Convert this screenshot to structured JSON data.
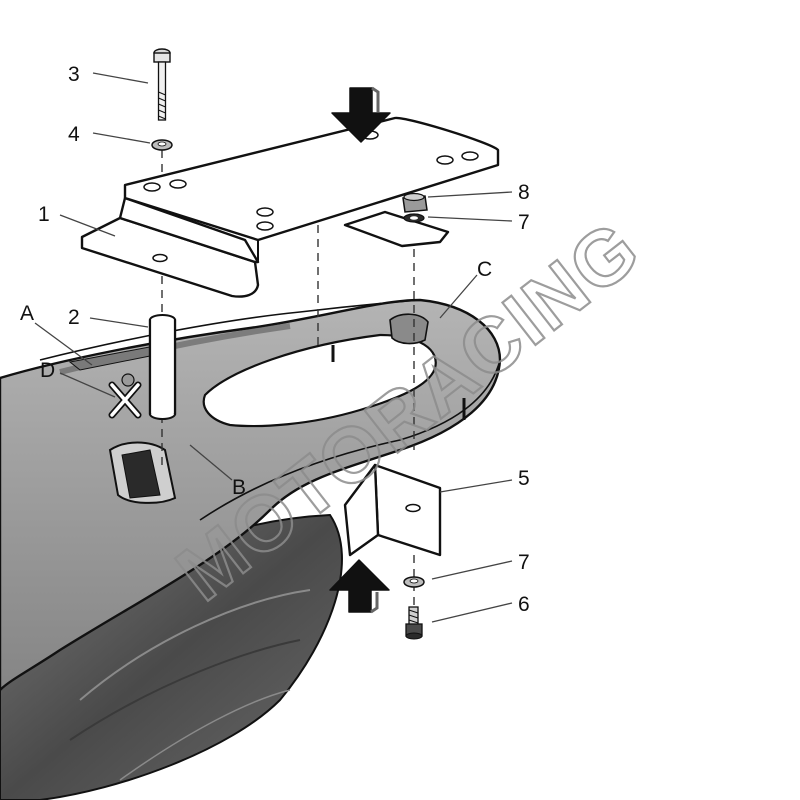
{
  "callouts": {
    "n1": "1",
    "n2": "2",
    "n3": "3",
    "n4": "4",
    "n5": "5",
    "n6": "6",
    "n7_top": "7",
    "n7_bottom": "7",
    "n8": "8",
    "A": "A",
    "B": "B",
    "C": "C",
    "D": "D"
  },
  "watermark": "MOTORACING",
  "colors": {
    "line": "#111111",
    "rack": "#9a9a9a",
    "rack_dark": "#6e6e6e",
    "bodywork": "#2b2b2b",
    "lamp": "#5a5a5a",
    "plate": "#ffffff",
    "watermark": "#8c8c8c"
  },
  "icons": {
    "arrow_down": "arrow-down-icon",
    "arrow_up": "arrow-up-icon",
    "cross_mark": "cross-mark-icon"
  }
}
